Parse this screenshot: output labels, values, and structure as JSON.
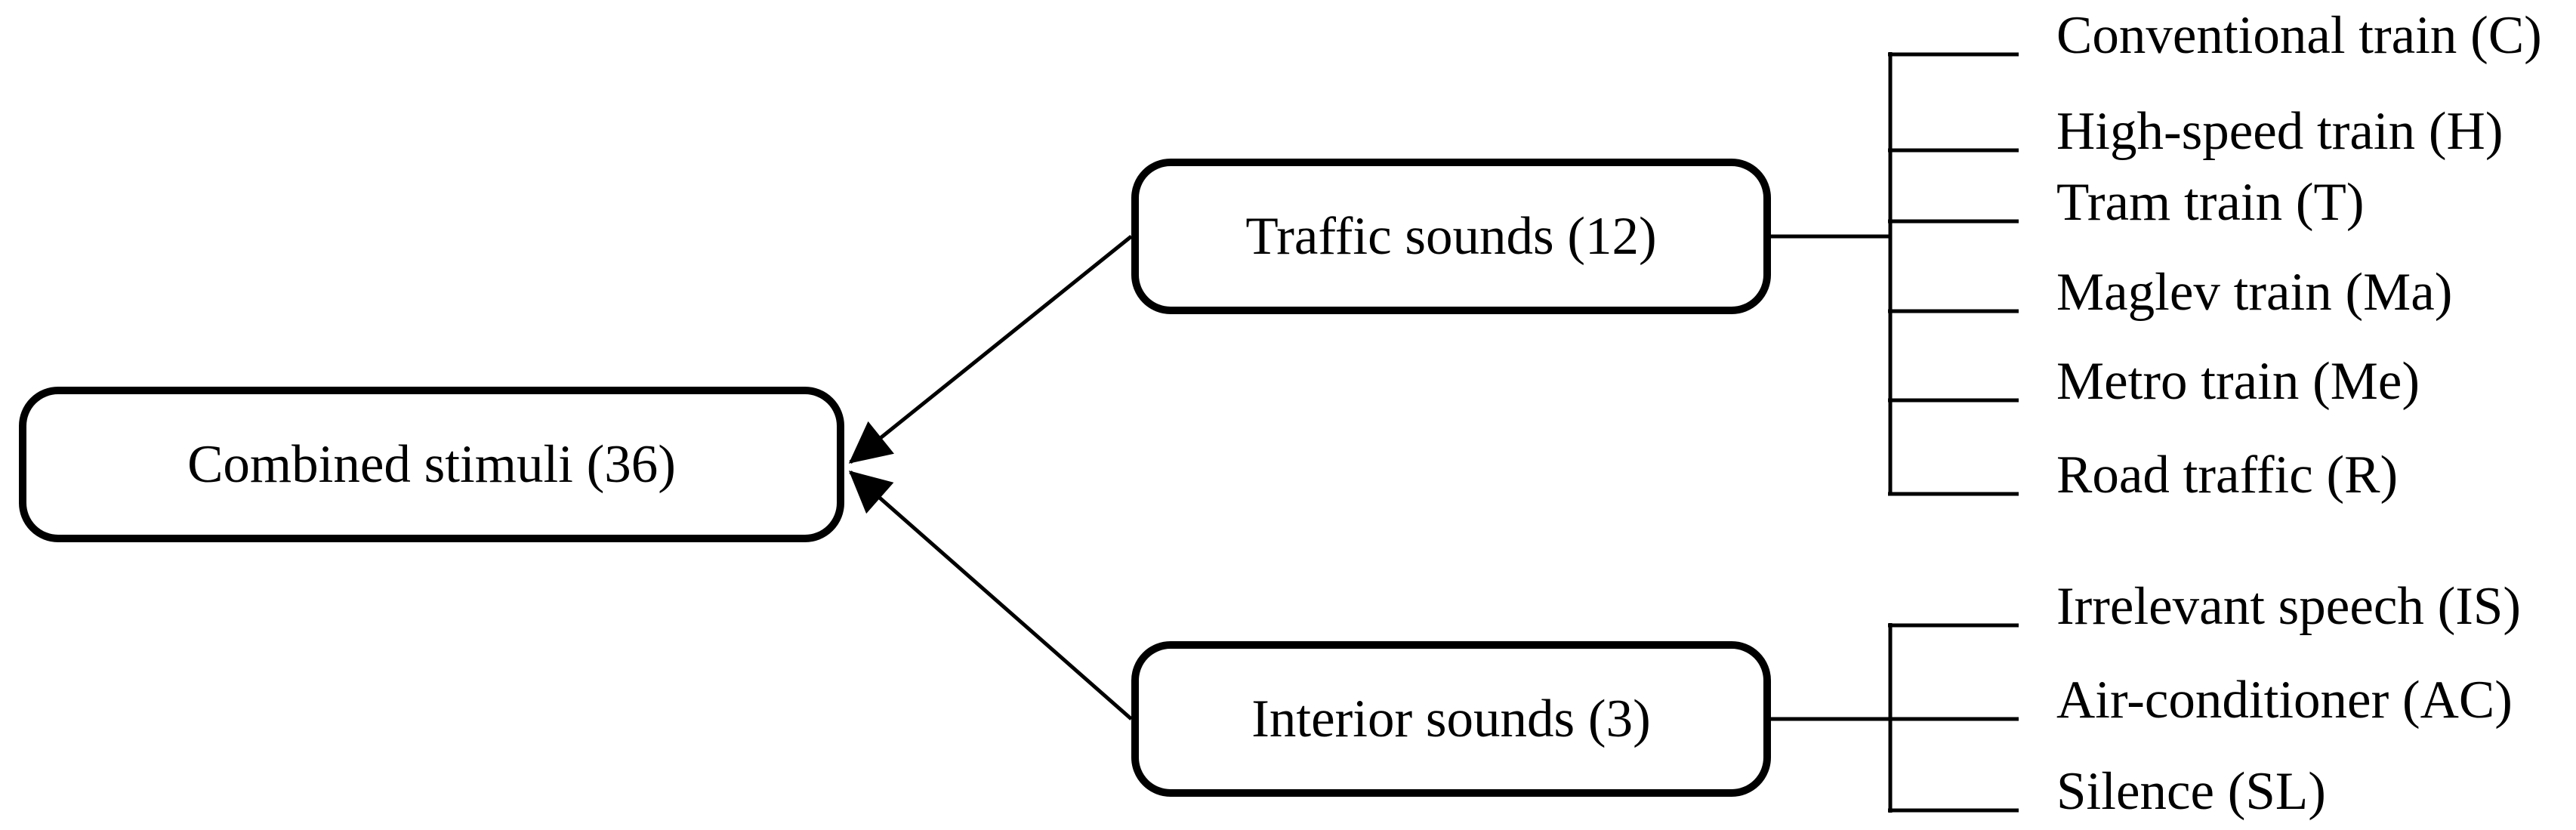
{
  "diagram": {
    "root": {
      "label": "Combined stimuli (36)"
    },
    "branches": [
      {
        "label": "Traffic sounds (12)",
        "leaves": [
          "Conventional train (C)",
          "High-speed train (H)",
          "Tram train (T)",
          "Maglev train (Ma)",
          "Metro train (Me)",
          "Road traffic (R)"
        ]
      },
      {
        "label": "Interior sounds (3)",
        "leaves": [
          "Irrelevant speech (IS)",
          "Air-conditioner (AC)",
          "Silence (SL)"
        ]
      }
    ],
    "colors": {
      "line": "#000000",
      "background": "#ffffff",
      "box_fill": "#ffffff",
      "box_border": "#000000"
    }
  }
}
